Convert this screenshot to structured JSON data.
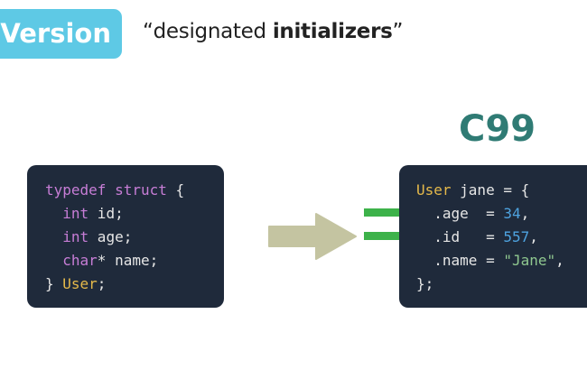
{
  "header": {
    "badge": "Version",
    "quote_open": "“",
    "subtitle_plain": "designated ",
    "subtitle_bold": "initializers",
    "quote_close": "”"
  },
  "version_label": "C99",
  "left_code": {
    "l1a": "typedef",
    "l1b": " ",
    "l1c": "struct",
    "l1d": " {",
    "l2a": "  ",
    "l2b": "int",
    "l2c": " id;",
    "l3a": "  ",
    "l3b": "int",
    "l3c": " age;",
    "l4a": "  ",
    "l4b": "char",
    "l4c": "* name;",
    "l5a": "} ",
    "l5b": "User",
    "l5c": ";"
  },
  "right_code": {
    "l1a": "User",
    "l1b": " jane = {",
    "l2a": "  .age  = ",
    "l2b": "34",
    "l2c": ",",
    "l3a": "  .id   = ",
    "l3b": "557",
    "l3c": ",",
    "l4a": "  .name = ",
    "l4b": "\"Jane\"",
    "l4c": ",",
    "l5": "};"
  },
  "colors": {
    "badge": "#5ec9e5",
    "version": "#2f7b74",
    "code_bg": "#1f2a3b",
    "arrow": "#c4c4a1",
    "bars": "#3db24a"
  }
}
